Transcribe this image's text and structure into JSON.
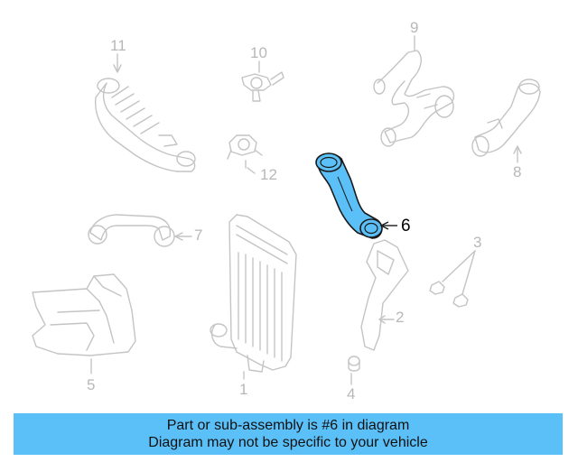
{
  "callouts": {
    "c1": "1",
    "c2": "2",
    "c3": "3",
    "c4": "4",
    "c5": "5",
    "c6": "6",
    "c7": "7",
    "c8": "8",
    "c9": "9",
    "c10": "10",
    "c11": "11",
    "c12": "12"
  },
  "highlighted_part": "6",
  "banner": {
    "line1": "Part or sub-assembly is #6 in diagram",
    "line2": "Diagram may not be specific to your vehicle"
  },
  "colors": {
    "highlight_fill": "#5bc0f8",
    "highlight_stroke": "#1a1a1a",
    "inactive_line": "#c4c4c4",
    "banner_bg": "#5bc0f8"
  }
}
